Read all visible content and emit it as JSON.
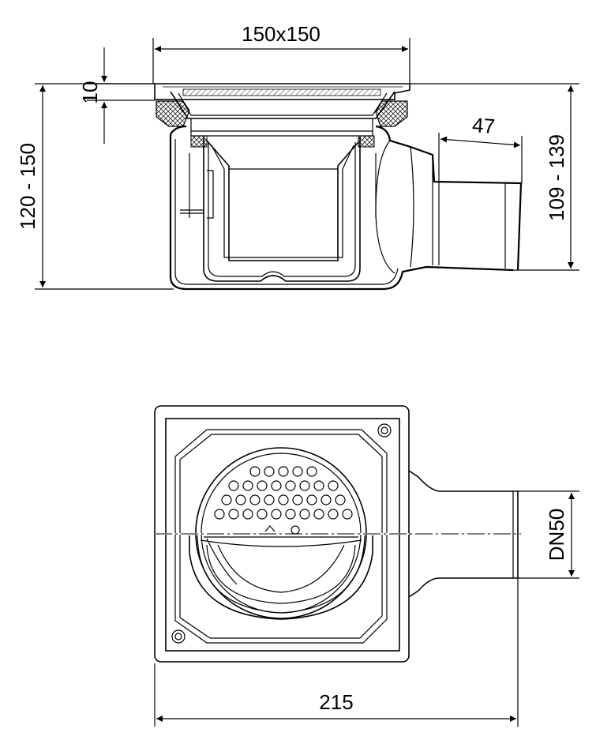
{
  "dimensions": {
    "grate_size": "150x150",
    "grate_thickness": "10",
    "total_height": "120 - 150",
    "outlet_height": "109 - 139",
    "outlet_length": "47",
    "outlet_diameter": "DN50",
    "total_width": "215"
  }
}
